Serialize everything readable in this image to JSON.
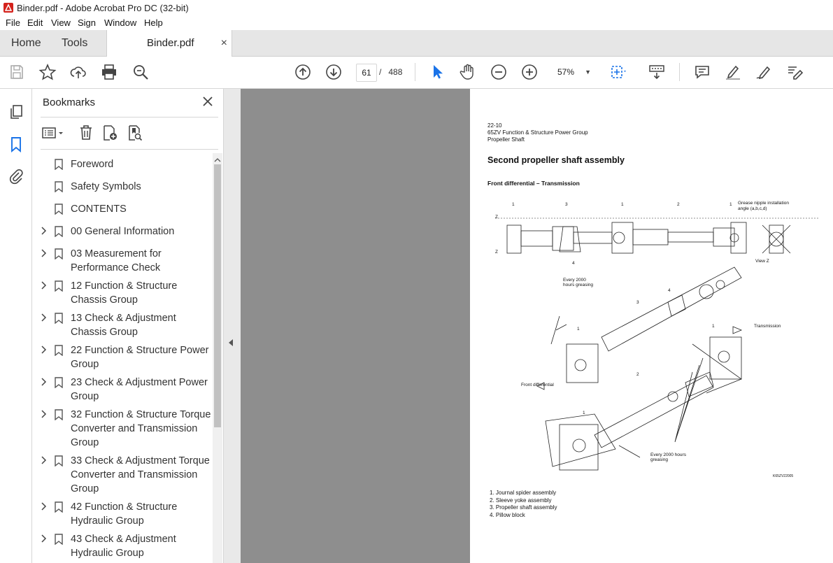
{
  "window": {
    "title": "Binder.pdf - Adobe Acrobat Pro DC (32-bit)"
  },
  "menu": [
    "File",
    "Edit",
    "View",
    "Sign",
    "Window",
    "Help"
  ],
  "tabs": {
    "home": "Home",
    "tools": "Tools",
    "document": "Binder.pdf",
    "close": "×"
  },
  "toolbar": {
    "page_current": "61",
    "page_sep": "/",
    "page_total": "488",
    "zoom": "57%"
  },
  "bookmarks": {
    "title": "Bookmarks",
    "items": [
      {
        "label": "Foreword",
        "expandable": false
      },
      {
        "label": "Safety Symbols",
        "expandable": false
      },
      {
        "label": "CONTENTS",
        "expandable": false
      },
      {
        "label": "00 General Information",
        "expandable": true
      },
      {
        "label": "03 Measurement for Performance Check",
        "expandable": true
      },
      {
        "label": "12 Function & Structure Chassis Group",
        "expandable": true
      },
      {
        "label": "13 Check & Adjustment Chassis Group",
        "expandable": true
      },
      {
        "label": "22 Function & Structure Power Group",
        "expandable": true
      },
      {
        "label": "23 Check & Adjustment Power Group",
        "expandable": true
      },
      {
        "label": "32 Function & Structure Torque Converter and Transmission Group",
        "expandable": true
      },
      {
        "label": "33 Check & Adjustment Torque Converter and Transmission Group",
        "expandable": true
      },
      {
        "label": "42 Function & Structure Hydraulic Group",
        "expandable": true
      },
      {
        "label": "43 Check & Adjustment Hydraulic Group",
        "expandable": true
      }
    ]
  },
  "page": {
    "header_line1": "22-10",
    "header_line2": "65ZV Function & Structure Power Group",
    "header_line3": "Propeller Shaft",
    "title": "Second propeller shaft assembly",
    "subtitle": "Front differential – Transmission",
    "figure": {
      "grease_note": "Grease nipple installation",
      "grease_note2": "angle (a,b,c,d)",
      "view_z": "View Z",
      "every_a": "Every 2000",
      "every_b": "hours greasing",
      "transmission": "Transmission",
      "front_diff": "Front differential",
      "every2_a": "Every 2000 hours",
      "every2_b": "greasing",
      "code": "K65ZV22005",
      "n1": "1",
      "n2": "2",
      "n3": "3",
      "n4": "4",
      "z": "Z"
    },
    "legend": [
      "1.  Journal spider assembly",
      "2.  Sleeve yoke assembly",
      "3.  Propeller shaft assembly",
      "4.  Pillow block"
    ]
  }
}
